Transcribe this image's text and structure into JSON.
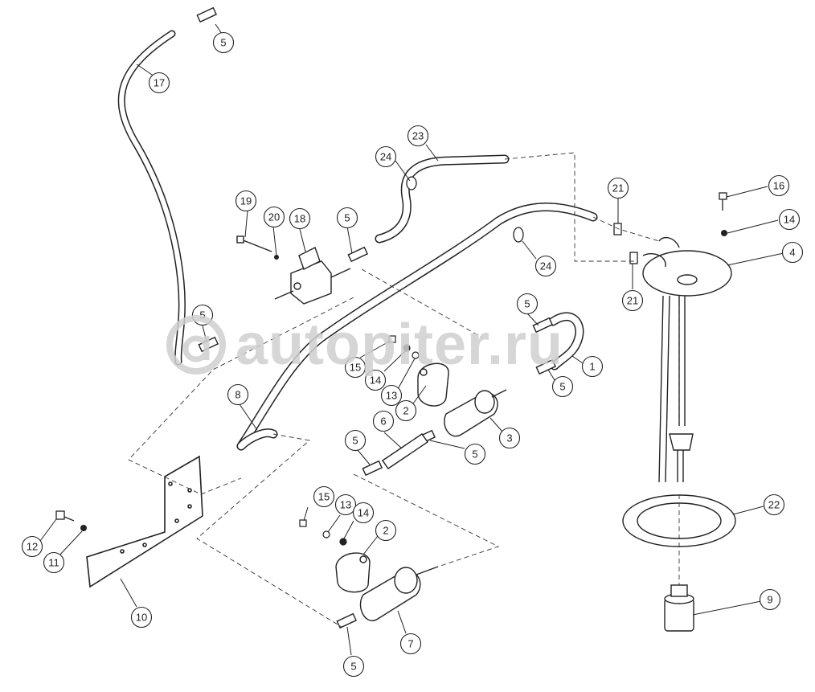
{
  "watermark": {
    "text": "autopiter.ru"
  },
  "callouts": [
    {
      "label": "5"
    },
    {
      "label": "17"
    },
    {
      "label": "23"
    },
    {
      "label": "24"
    },
    {
      "label": "19"
    },
    {
      "label": "20"
    },
    {
      "label": "18"
    },
    {
      "label": "5"
    },
    {
      "label": "21"
    },
    {
      "label": "16"
    },
    {
      "label": "14"
    },
    {
      "label": "4"
    },
    {
      "label": "21"
    },
    {
      "label": "24"
    },
    {
      "label": "5"
    },
    {
      "label": "5"
    },
    {
      "label": "15"
    },
    {
      "label": "14"
    },
    {
      "label": "13"
    },
    {
      "label": "2"
    },
    {
      "label": "1"
    },
    {
      "label": "5"
    },
    {
      "label": "8"
    },
    {
      "label": "3"
    },
    {
      "label": "6"
    },
    {
      "label": "5"
    },
    {
      "label": "5"
    },
    {
      "label": "22"
    },
    {
      "label": "15"
    },
    {
      "label": "13"
    },
    {
      "label": "14"
    },
    {
      "label": "2"
    },
    {
      "label": "12"
    },
    {
      "label": "11"
    },
    {
      "label": "10"
    },
    {
      "label": "9"
    },
    {
      "label": "7"
    },
    {
      "label": "5"
    }
  ]
}
